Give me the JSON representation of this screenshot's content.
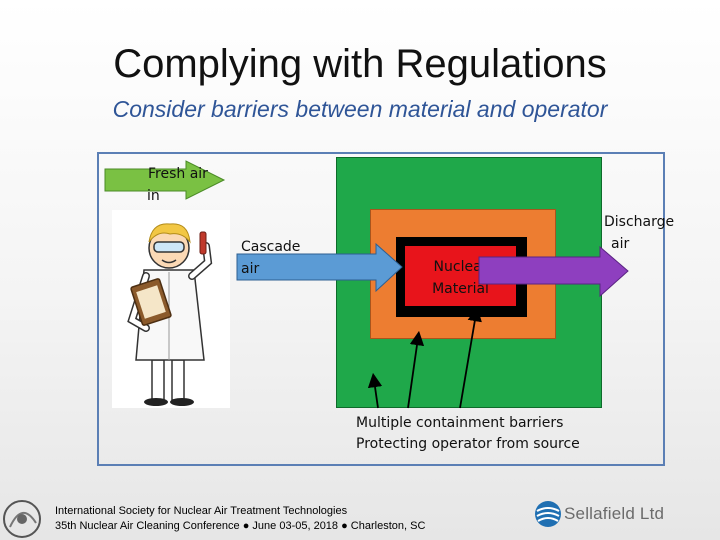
{
  "title": "Complying with Regulations",
  "subtitle": "Consider barriers between material and operator",
  "labels": {
    "fresh_air_line1": "Fresh air",
    "fresh_air_line2": "in",
    "cascade_line1": "Cascade",
    "cascade_line2": "air",
    "discharge_line1": "Discharge",
    "discharge_line2": "air",
    "nuclear_line1": "Nuclear",
    "nuclear_line2": "Material",
    "barriers_line1": "Multiple containment barriers",
    "barriers_line2": "Protecting operator from source"
  },
  "footer": {
    "line1": "International Society for Nuclear Air Treatment Technologies",
    "line2": "35th Nuclear Air Cleaning Conference ● June 03-05, 2018 ● Charleston, SC"
  },
  "logo": {
    "text": "Sellafield Ltd"
  },
  "colors": {
    "fresh_arrow": "#7ac143",
    "cascade_arrow": "#5b9bd5",
    "discharge_arrow": "#8e3fbf",
    "outer_barrier": "#1fa84a",
    "middle_barrier": "#ed7d31",
    "inner_barrier": "#000000",
    "material": "#e8141b"
  }
}
